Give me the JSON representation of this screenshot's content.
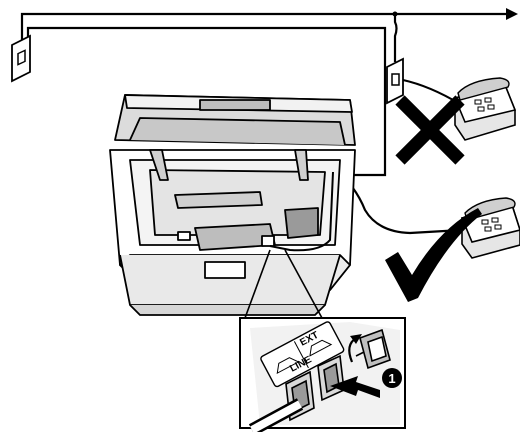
{
  "figure": {
    "description_free": true,
    "callout_number": "1",
    "jack_labels": {
      "ext": "EXT",
      "line": "LINE"
    },
    "colors": {
      "ink": "#000000",
      "paper": "#ffffff",
      "shade": "#d9d9d9",
      "dark_shade": "#9a9a9a"
    },
    "icons": {
      "wrong": "cross-mark-icon",
      "right": "check-mark-icon"
    }
  }
}
